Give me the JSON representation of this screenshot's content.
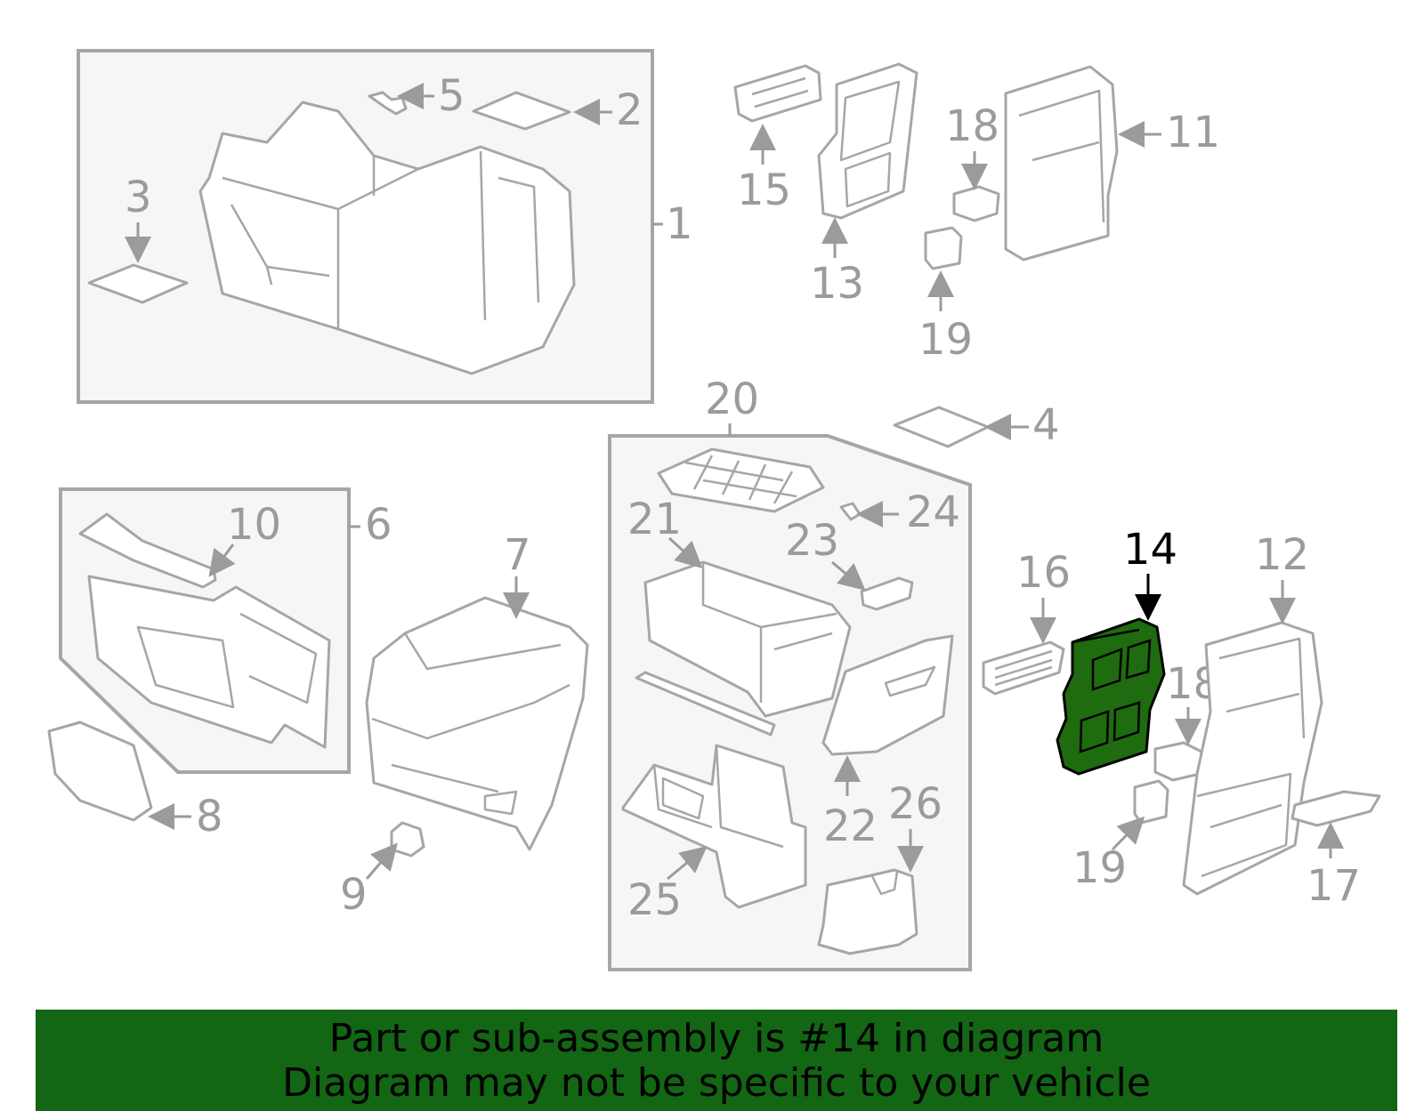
{
  "callouts": {
    "c1": "1",
    "c2": "2",
    "c3": "3",
    "c4": "4",
    "c5": "5",
    "c6": "6",
    "c7": "7",
    "c8": "8",
    "c9": "9",
    "c10": "10",
    "c11": "11",
    "c12": "12",
    "c13": "13",
    "c14": "14",
    "c15": "15",
    "c16": "16",
    "c17": "17",
    "c18a": "18",
    "c18b": "18",
    "c19a": "19",
    "c19b": "19",
    "c20": "20",
    "c21": "21",
    "c22": "22",
    "c23": "23",
    "c24": "24",
    "c25": "25",
    "c26": "26"
  },
  "highlighted_part": "14",
  "colors": {
    "highlight_fill": "#1f6b0f",
    "banner": "#136613",
    "line": "#a6a6a6"
  },
  "footer": {
    "line1": "Part or sub-assembly is #14 in diagram",
    "line2": "Diagram may not be specific to your vehicle"
  }
}
